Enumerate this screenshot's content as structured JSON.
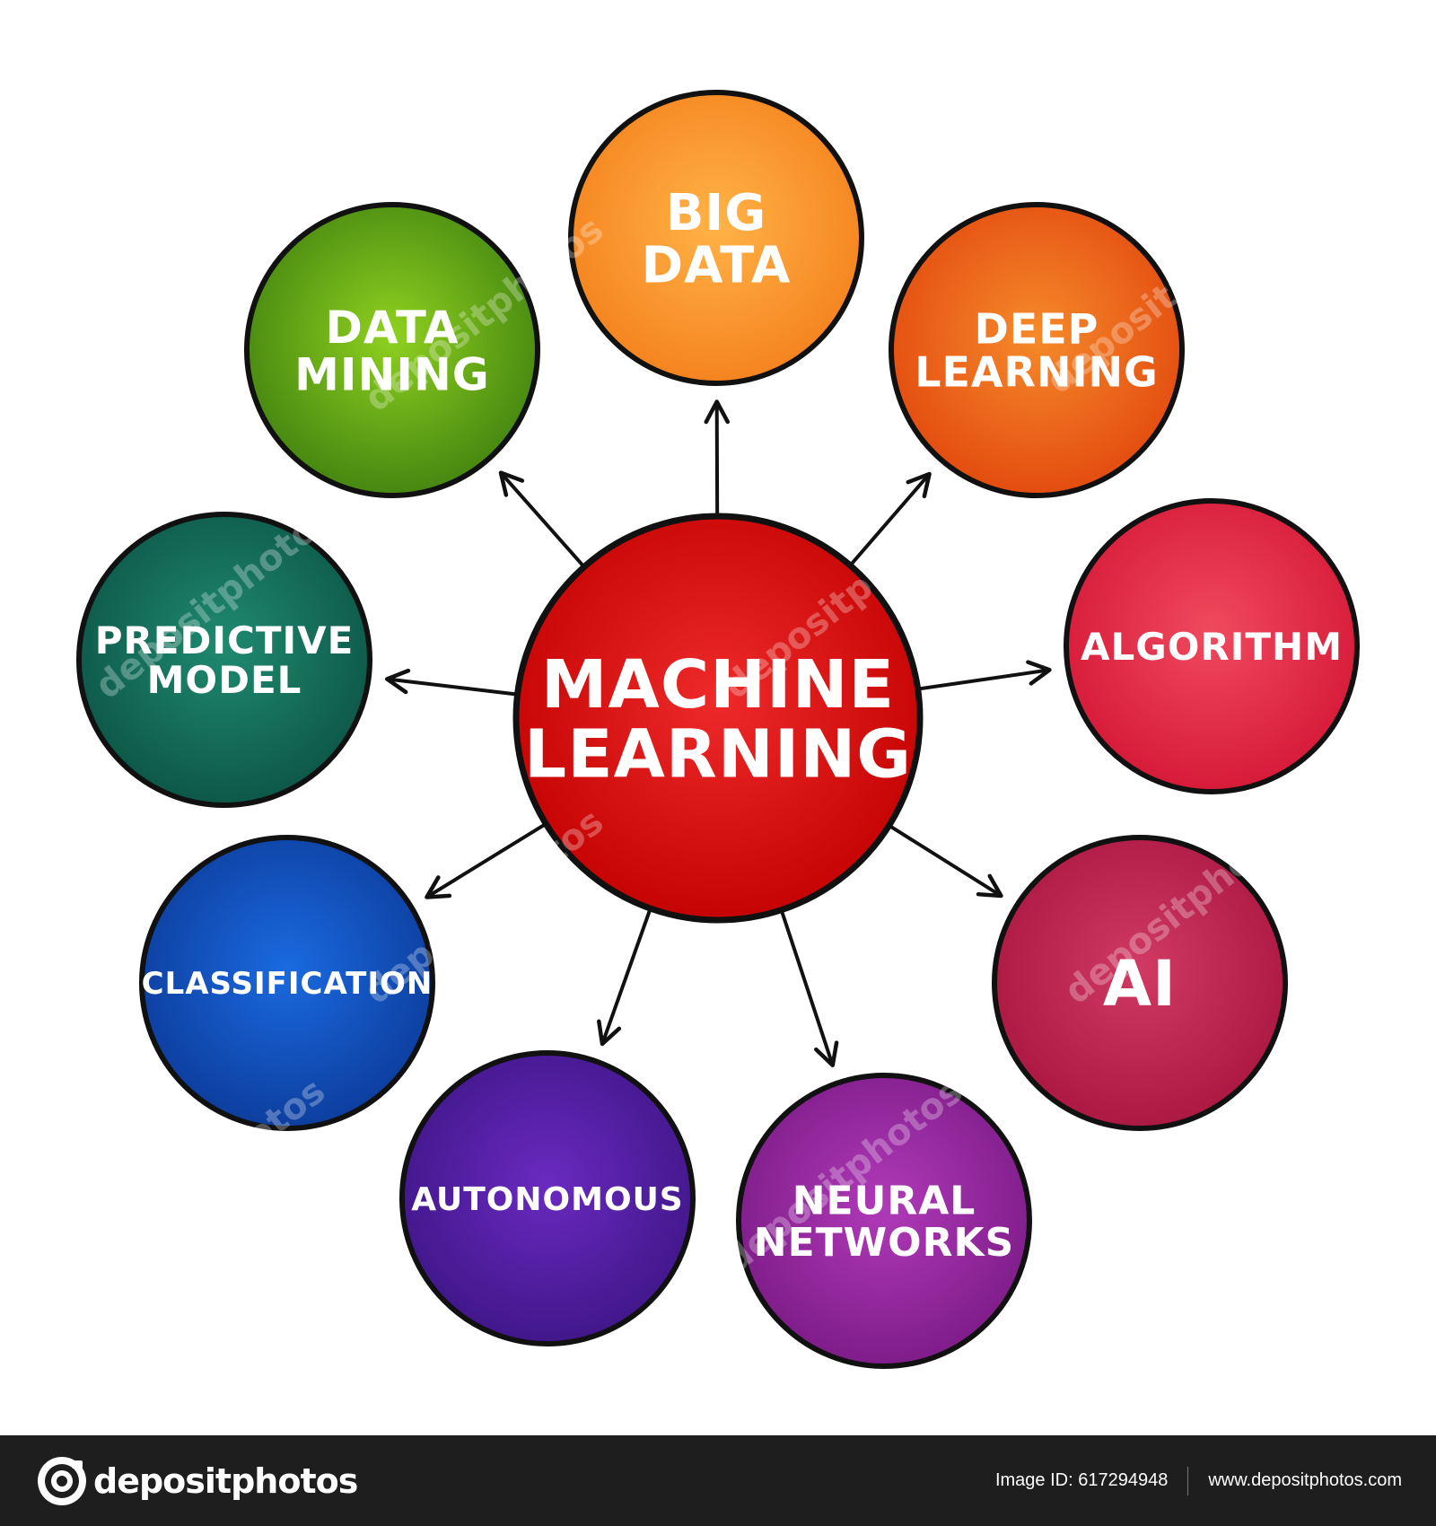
{
  "diagram": {
    "center": {
      "label_lines": [
        "MACHINE",
        "LEARNING"
      ]
    },
    "nodes": [
      {
        "id": "big-data",
        "label_lines": [
          "BIG",
          "DATA"
        ],
        "color_inner": "#ffb347",
        "color_outer": "#f47f1b"
      },
      {
        "id": "deep-learning",
        "label_lines": [
          "DEEP",
          "LEARNING"
        ],
        "color_inner": "#f58a2a",
        "color_outer": "#e2470e"
      },
      {
        "id": "algorithm",
        "label_lines": [
          "ALGORITHM"
        ],
        "color_inner": "#f04a5e",
        "color_outer": "#d41636"
      },
      {
        "id": "ai",
        "label_lines": [
          "AI"
        ],
        "color_inner": "#d03a63",
        "color_outer": "#a8153f"
      },
      {
        "id": "neural-networks",
        "label_lines": [
          "NEURAL",
          "NETWORKS"
        ],
        "color_inner": "#b03ab8",
        "color_outer": "#7a1a85"
      },
      {
        "id": "autonomous",
        "label_lines": [
          "AUTONOMOUS"
        ],
        "color_inner": "#6a2ac0",
        "color_outer": "#3d1585"
      },
      {
        "id": "classification",
        "label_lines": [
          "CLASSIFICATION"
        ],
        "color_inner": "#1a6ae0",
        "color_outer": "#0c3a98"
      },
      {
        "id": "predictive-model",
        "label_lines": [
          "PREDICTIVE",
          "MODEL"
        ],
        "color_inner": "#1f8a70",
        "color_outer": "#0c5345"
      },
      {
        "id": "data-mining",
        "label_lines": [
          "DATA",
          "MINING"
        ],
        "color_inner": "#8fd11f",
        "color_outer": "#3f8010"
      }
    ],
    "center_colors": {
      "inner": "#ee2a2a",
      "outer": "#c20000"
    },
    "watermark": "depositphotos"
  },
  "footer": {
    "brand": "depositphotos",
    "image_id": "Image ID: 617294948",
    "url": "www.depositphotos.com"
  }
}
